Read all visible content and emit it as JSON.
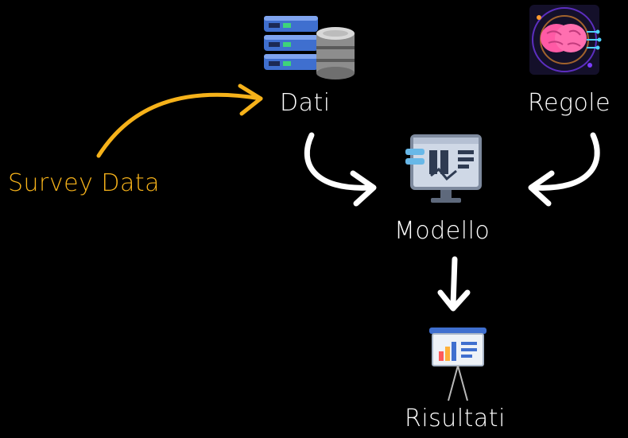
{
  "nodes": {
    "dati": {
      "label": "Dati",
      "icon": "database-server-icon"
    },
    "regole": {
      "label": "Regole",
      "icon": "brain-circuit-icon"
    },
    "modello": {
      "label": "Modello",
      "icon": "model-dashboard-icon"
    },
    "risultati": {
      "label": "Risultati",
      "icon": "presentation-board-icon"
    }
  },
  "input": {
    "label": "Survey Data"
  },
  "colors": {
    "background": "#000000",
    "text": "#ffffff",
    "accent": "#f6b21a",
    "arrow": "#ffffff"
  },
  "edges": [
    {
      "from": "Survey Data",
      "to": "Dati"
    },
    {
      "from": "Dati",
      "to": "Modello"
    },
    {
      "from": "Regole",
      "to": "Modello"
    },
    {
      "from": "Modello",
      "to": "Risultati"
    }
  ]
}
